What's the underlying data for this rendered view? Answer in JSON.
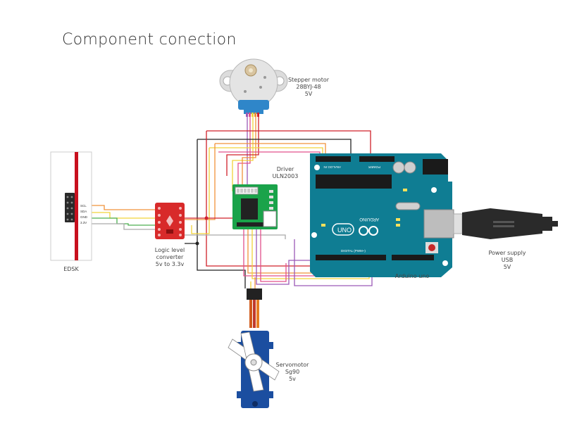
{
  "title": "Component conection",
  "labels": {
    "stepper": [
      "Stepper motor",
      "28BYJ-48",
      "5V"
    ],
    "driver": [
      "Driver",
      "ULN2003"
    ],
    "edsk": [
      "EDSK"
    ],
    "converter": [
      "Logic level",
      "converter",
      "5v to 3.3v"
    ],
    "arduino": [
      "Arduino uno"
    ],
    "power": [
      "Power supply",
      "USB",
      "5V"
    ],
    "servo": [
      "Servomotor",
      "Sg90",
      "5v"
    ]
  },
  "edsk_pins": [
    "SCL",
    "SDA",
    "GND",
    "3.3V"
  ],
  "arduino_marks": {
    "brand": "ARDUINO",
    "model": "UNO",
    "analog": "ANALOG IN",
    "power": "POWER",
    "digital": "DIGITAL (PWM~)"
  },
  "wire_colors": {
    "red": "#d0202a",
    "yellow": "#f2d33a",
    "orange": "#f0923a",
    "green": "#4caf50",
    "purple": "#9b59b6",
    "pink": "#e2508c",
    "black": "#222222",
    "gray": "#aaaaaa"
  },
  "board_colors": {
    "arduino": "#0f7d93",
    "driver": "#1aa34a",
    "converter": "#d82a2a",
    "edsk_strip": "#c8101e",
    "servo": "#1b4ea0",
    "stepper_base": "#2f86c9"
  }
}
